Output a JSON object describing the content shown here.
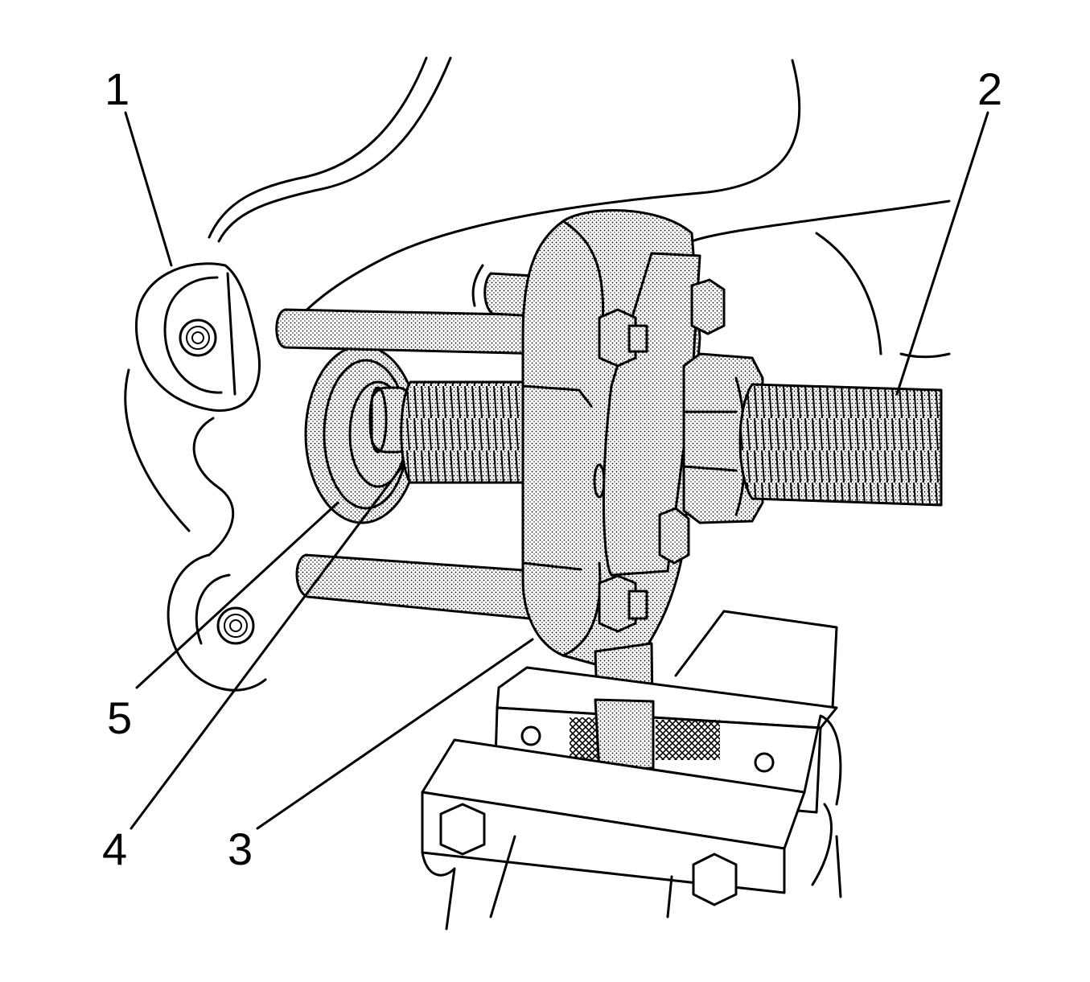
{
  "callouts": [
    {
      "id": "1",
      "label": "1"
    },
    {
      "id": "2",
      "label": "2"
    },
    {
      "id": "3",
      "label": "3"
    },
    {
      "id": "4",
      "label": "4"
    },
    {
      "id": "5",
      "label": "5"
    }
  ],
  "colors": {
    "line": "#000000",
    "background": "#ffffff",
    "stipple": "#000000"
  }
}
